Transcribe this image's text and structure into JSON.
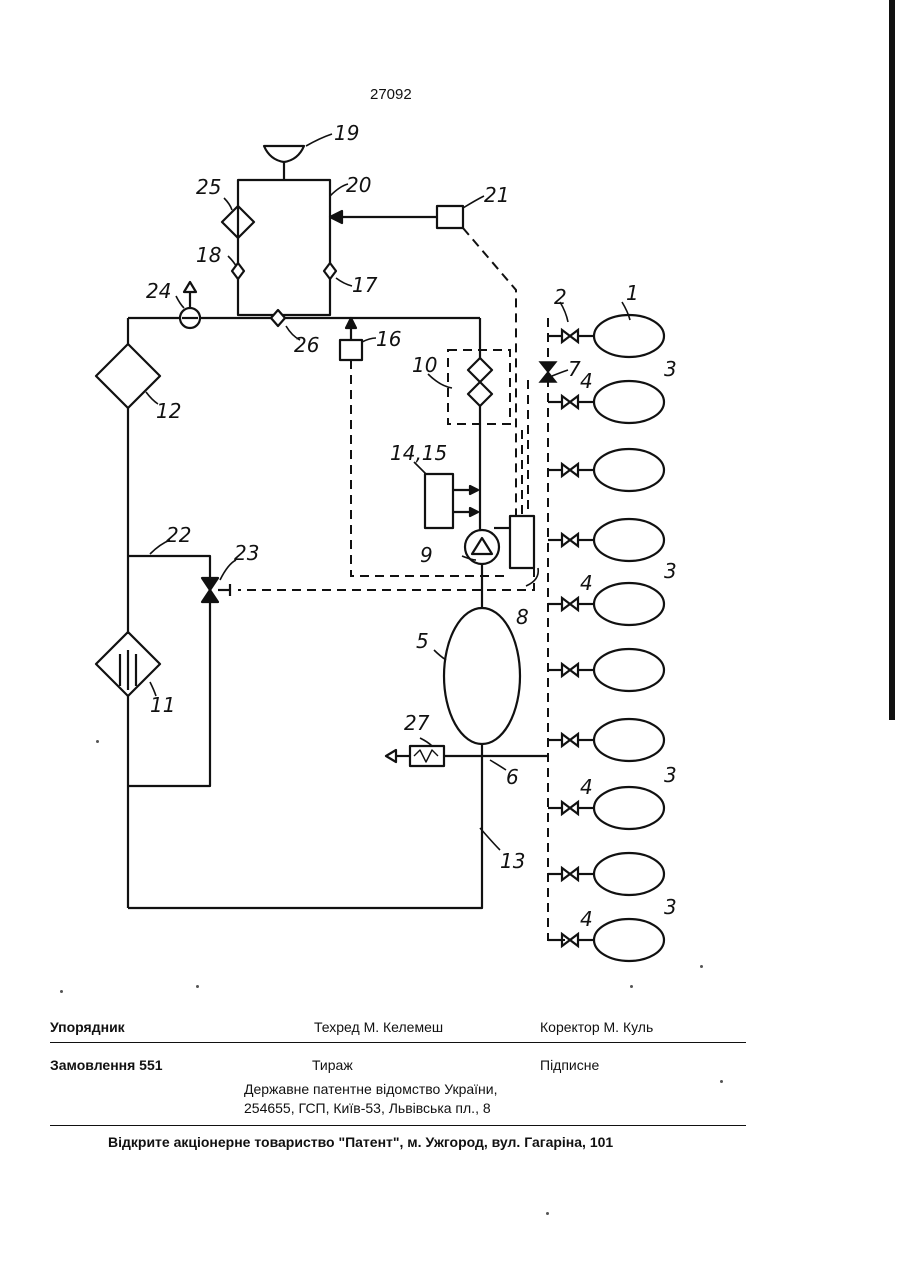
{
  "page_number": "27092",
  "diagram_labels": {
    "l1": "1",
    "l2": "2",
    "l3": "3",
    "l4": "4",
    "l5": "5",
    "l6": "6",
    "l7": "7",
    "l8": "8",
    "l9": "9",
    "l10": "10",
    "l11": "11",
    "l12": "12",
    "l13": "13",
    "l1415": "14,15",
    "l16": "16",
    "l17": "17",
    "l18": "18",
    "l19": "19",
    "l20": "20",
    "l21": "21",
    "l22": "22",
    "l23": "23",
    "l24": "24",
    "l25": "25",
    "l26": "26",
    "l27": "27"
  },
  "footer": {
    "compiler": "Упорядник",
    "tech_editor": "Техред М. Келемеш",
    "proofreader": "Коректор М. Куль",
    "order": "Замовлення 551",
    "circulation": "Тираж",
    "subscription": "Підписне",
    "office_line1": "Державне патентне відомство України,",
    "office_line2": "254655, ГСП, Київ-53, Львівська пл., 8",
    "printer": "Відкрите акціонерне товариство \"Патент\", м. Ужгород, вул. Гагаріна, 101"
  }
}
